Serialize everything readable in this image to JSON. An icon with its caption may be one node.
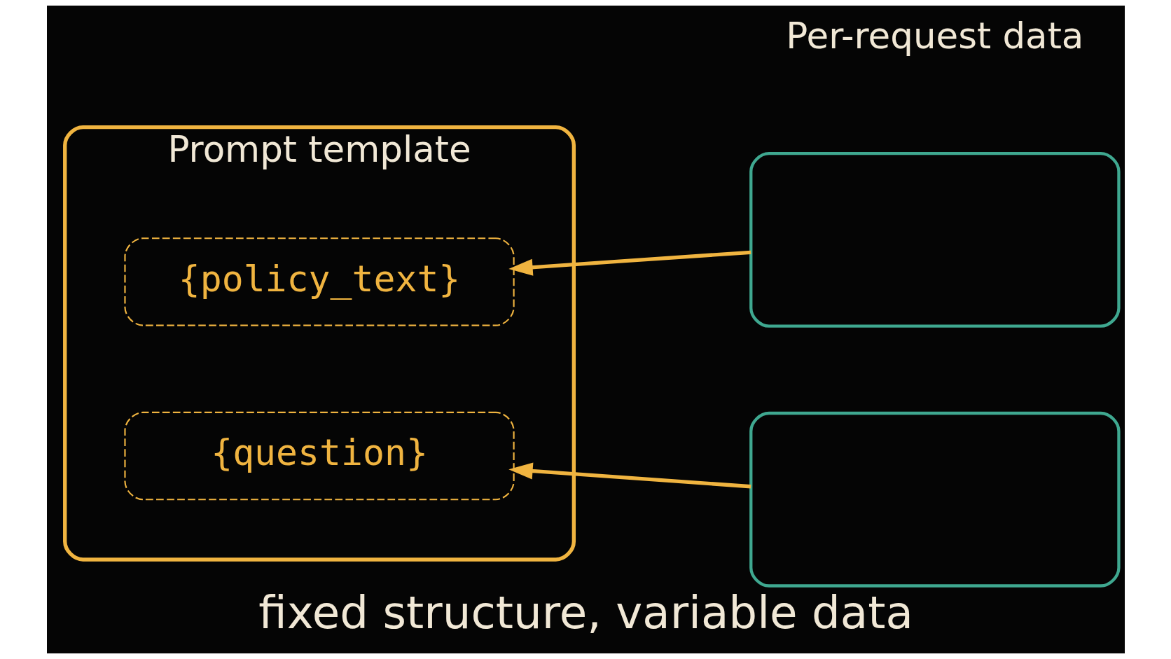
{
  "diagram": {
    "caption": "fixed structure, variable data",
    "nodes": [
      {
        "text": [
          "Prompt template"
        ]
      },
      {
        "text": [
          "{policy_text}"
        ],
        "in": 0
      },
      {
        "text": [
          "{question}"
        ],
        "in": 0
      },
      {
        "text": [],
        "shape": "box"
      },
      {
        "text": [],
        "shape": "box"
      }
    ],
    "edges": [
      {
        "from": 3,
        "to": 1,
        "arrow": "to"
      },
      {
        "from": 4,
        "to": 2,
        "arrow": "to"
      }
    ],
    "labels": [
      "Per-request data"
    ]
  }
}
